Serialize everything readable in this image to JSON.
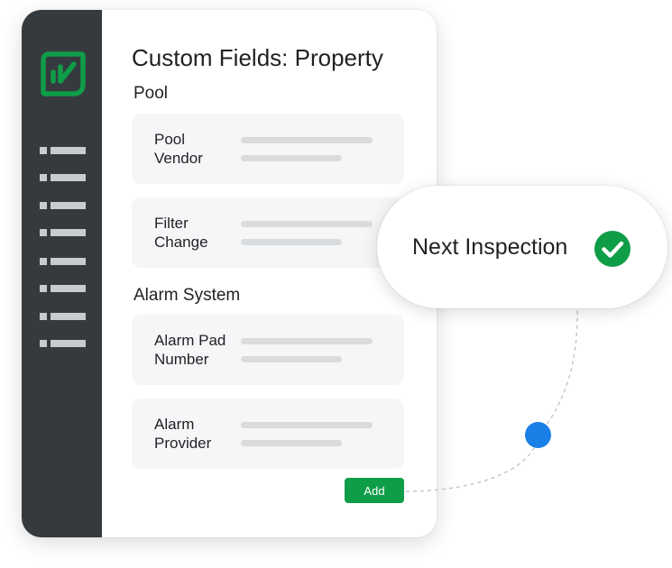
{
  "page": {
    "title": "Custom Fields: Property"
  },
  "sections": [
    {
      "title": "Pool",
      "fields": [
        {
          "label": "Pool Vendor"
        },
        {
          "label": "Filter Change"
        }
      ]
    },
    {
      "title": "Alarm System",
      "fields": [
        {
          "label": "Alarm Pad Number"
        },
        {
          "label": "Alarm Provider"
        }
      ]
    }
  ],
  "actions": {
    "add_label": "Add"
  },
  "callout": {
    "label": "Next Inspection",
    "status_icon": "check-circle-icon"
  },
  "sidebar": {
    "logo_icon": "leaf-logo-icon",
    "menu_icon": "list-item-icon",
    "nav_count": 8
  },
  "colors": {
    "sidebar_bg": "#353a3e",
    "brand_green": "#0f9d48",
    "connector_dot": "#1a7fe6",
    "card_bg": "#f5f6f7",
    "placeholder": "#d9dbdd"
  }
}
